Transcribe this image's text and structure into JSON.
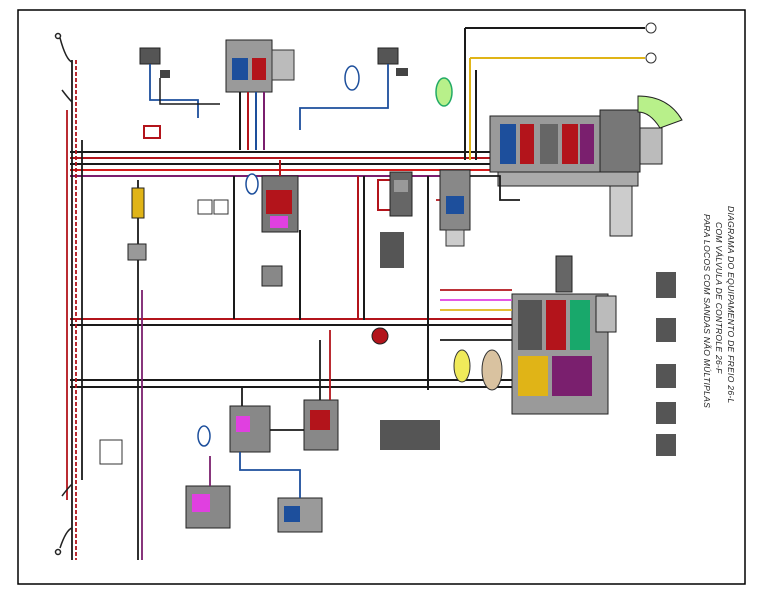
{
  "title_block": {
    "line1": "DIAGRAMA DO EQUIPAMENTO DE FREIO 26-L",
    "line2": "COM VÁLVULA DE CONTROLE 26-F",
    "line3": "PARA LOCOS COM SANDAS NÃO MÚLTIPLAS"
  },
  "colors": {
    "border": "#000000",
    "main_reservoir": "#1a1a1a",
    "brake_pipe": "#b3141b",
    "equalizing": "#d41c1c",
    "application": "#7a1f6e",
    "independent": "#1d4f9c",
    "auxiliary": "#e0b417",
    "feed": "#18a86b",
    "component_body": "#9a9a9a",
    "pink_port": "#e040e0",
    "green_reservoir": "#b8f08a",
    "yellow_reservoir": "#f0ea5a",
    "tan_reservoir": "#d9c2a0"
  },
  "icons": [
    "hose-coupling-icon",
    "cut-out-cock-icon",
    "gauge-icon",
    "reservoir-icon",
    "valve-icon"
  ]
}
